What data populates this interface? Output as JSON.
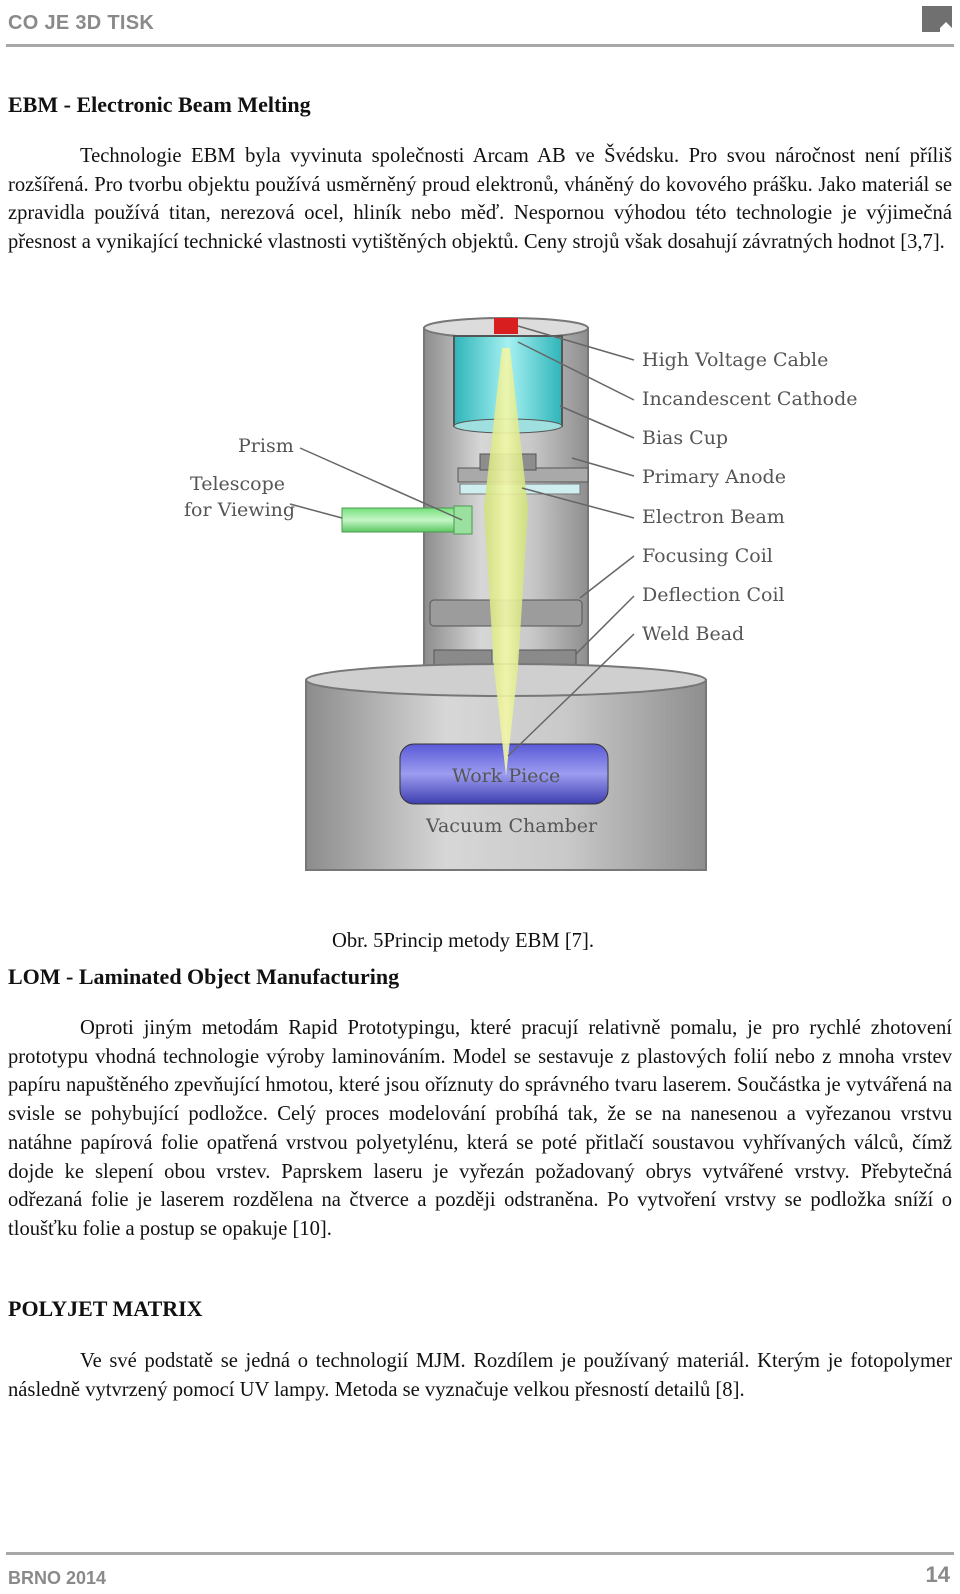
{
  "header": {
    "title": "CO JE 3D TISK",
    "logo_icon": "book-corner-icon"
  },
  "sections": [
    {
      "heading": "EBM - Electronic Beam Melting",
      "paragraph": "Technologie EBM byla vyvinuta společnosti Arcam AB ve Švédsku. Pro svou náročnost není příliš rozšířená. Pro tvorbu objektu používá usměrněný proud elektronů, vháněný do kovového prášku. Jako materiál se zpravidla používá titan, nerezová ocel, hliník nebo měď. Nespornou výhodou této technologie je výjimečná přesnost a vynikající technické vlastnosti vytištěných objektů. Ceny strojů však dosahují závratných hodnot [3,7]."
    },
    {
      "heading": "LOM - Laminated Object Manufacturing",
      "paragraph": "Oproti jiným metodám Rapid Prototypingu, které pracují relativně pomalu, je pro rychlé zhotovení prototypu vhodná technologie výroby laminováním. Model se sestavuje z plastových folií nebo z mnoha vrstev papíru napuštěného zpevňující hmotou, které jsou oříznuty do správného tvaru laserem. Součástka je vytvářená na svisle se pohybující podložce. Celý proces modelování probíhá tak, že se na nanesenou a vyřezanou vrstvu natáhne papírová folie opatřená vrstvou polyetylénu, která se poté přitlačí soustavou vyhřívaných válců, čímž dojde ke slepení obou vrstev. Paprskem laseru je vyřezán požadovaný obrys vytvářené vrstvy. Přebytečná odřezaná folie je laserem rozdělena na čtverce a později odstraněna. Po vytvoření vrstvy se podložka sníží o tloušťku folie a postup se opakuje [10]."
    },
    {
      "heading": "POLYJET MATRIX",
      "paragraph": "Ve své podstatě se jedná o technologií MJM. Rozdílem je používaný materiál. Kterým je fotopolymer následně vytvrzený pomocí UV lampy. Metoda se vyznačuje velkou přesností detailů [8]."
    }
  ],
  "figure": {
    "caption": "Obr. 5Princip metody EBM [7].",
    "labels_right": [
      "High Voltage Cable",
      "Incandescent Cathode",
      "Bias Cup",
      "Primary Anode",
      "Electron Beam",
      "Focusing Coil",
      "Deflection Coil",
      "Weld Bead"
    ],
    "labels_left": [
      "Prism",
      "Telescope",
      "for Viewing"
    ],
    "label_workpiece": "Work Piece",
    "label_chamber": "Vacuum Chamber"
  },
  "footer": {
    "city_year": "BRNO 2014",
    "page_number": "14"
  }
}
